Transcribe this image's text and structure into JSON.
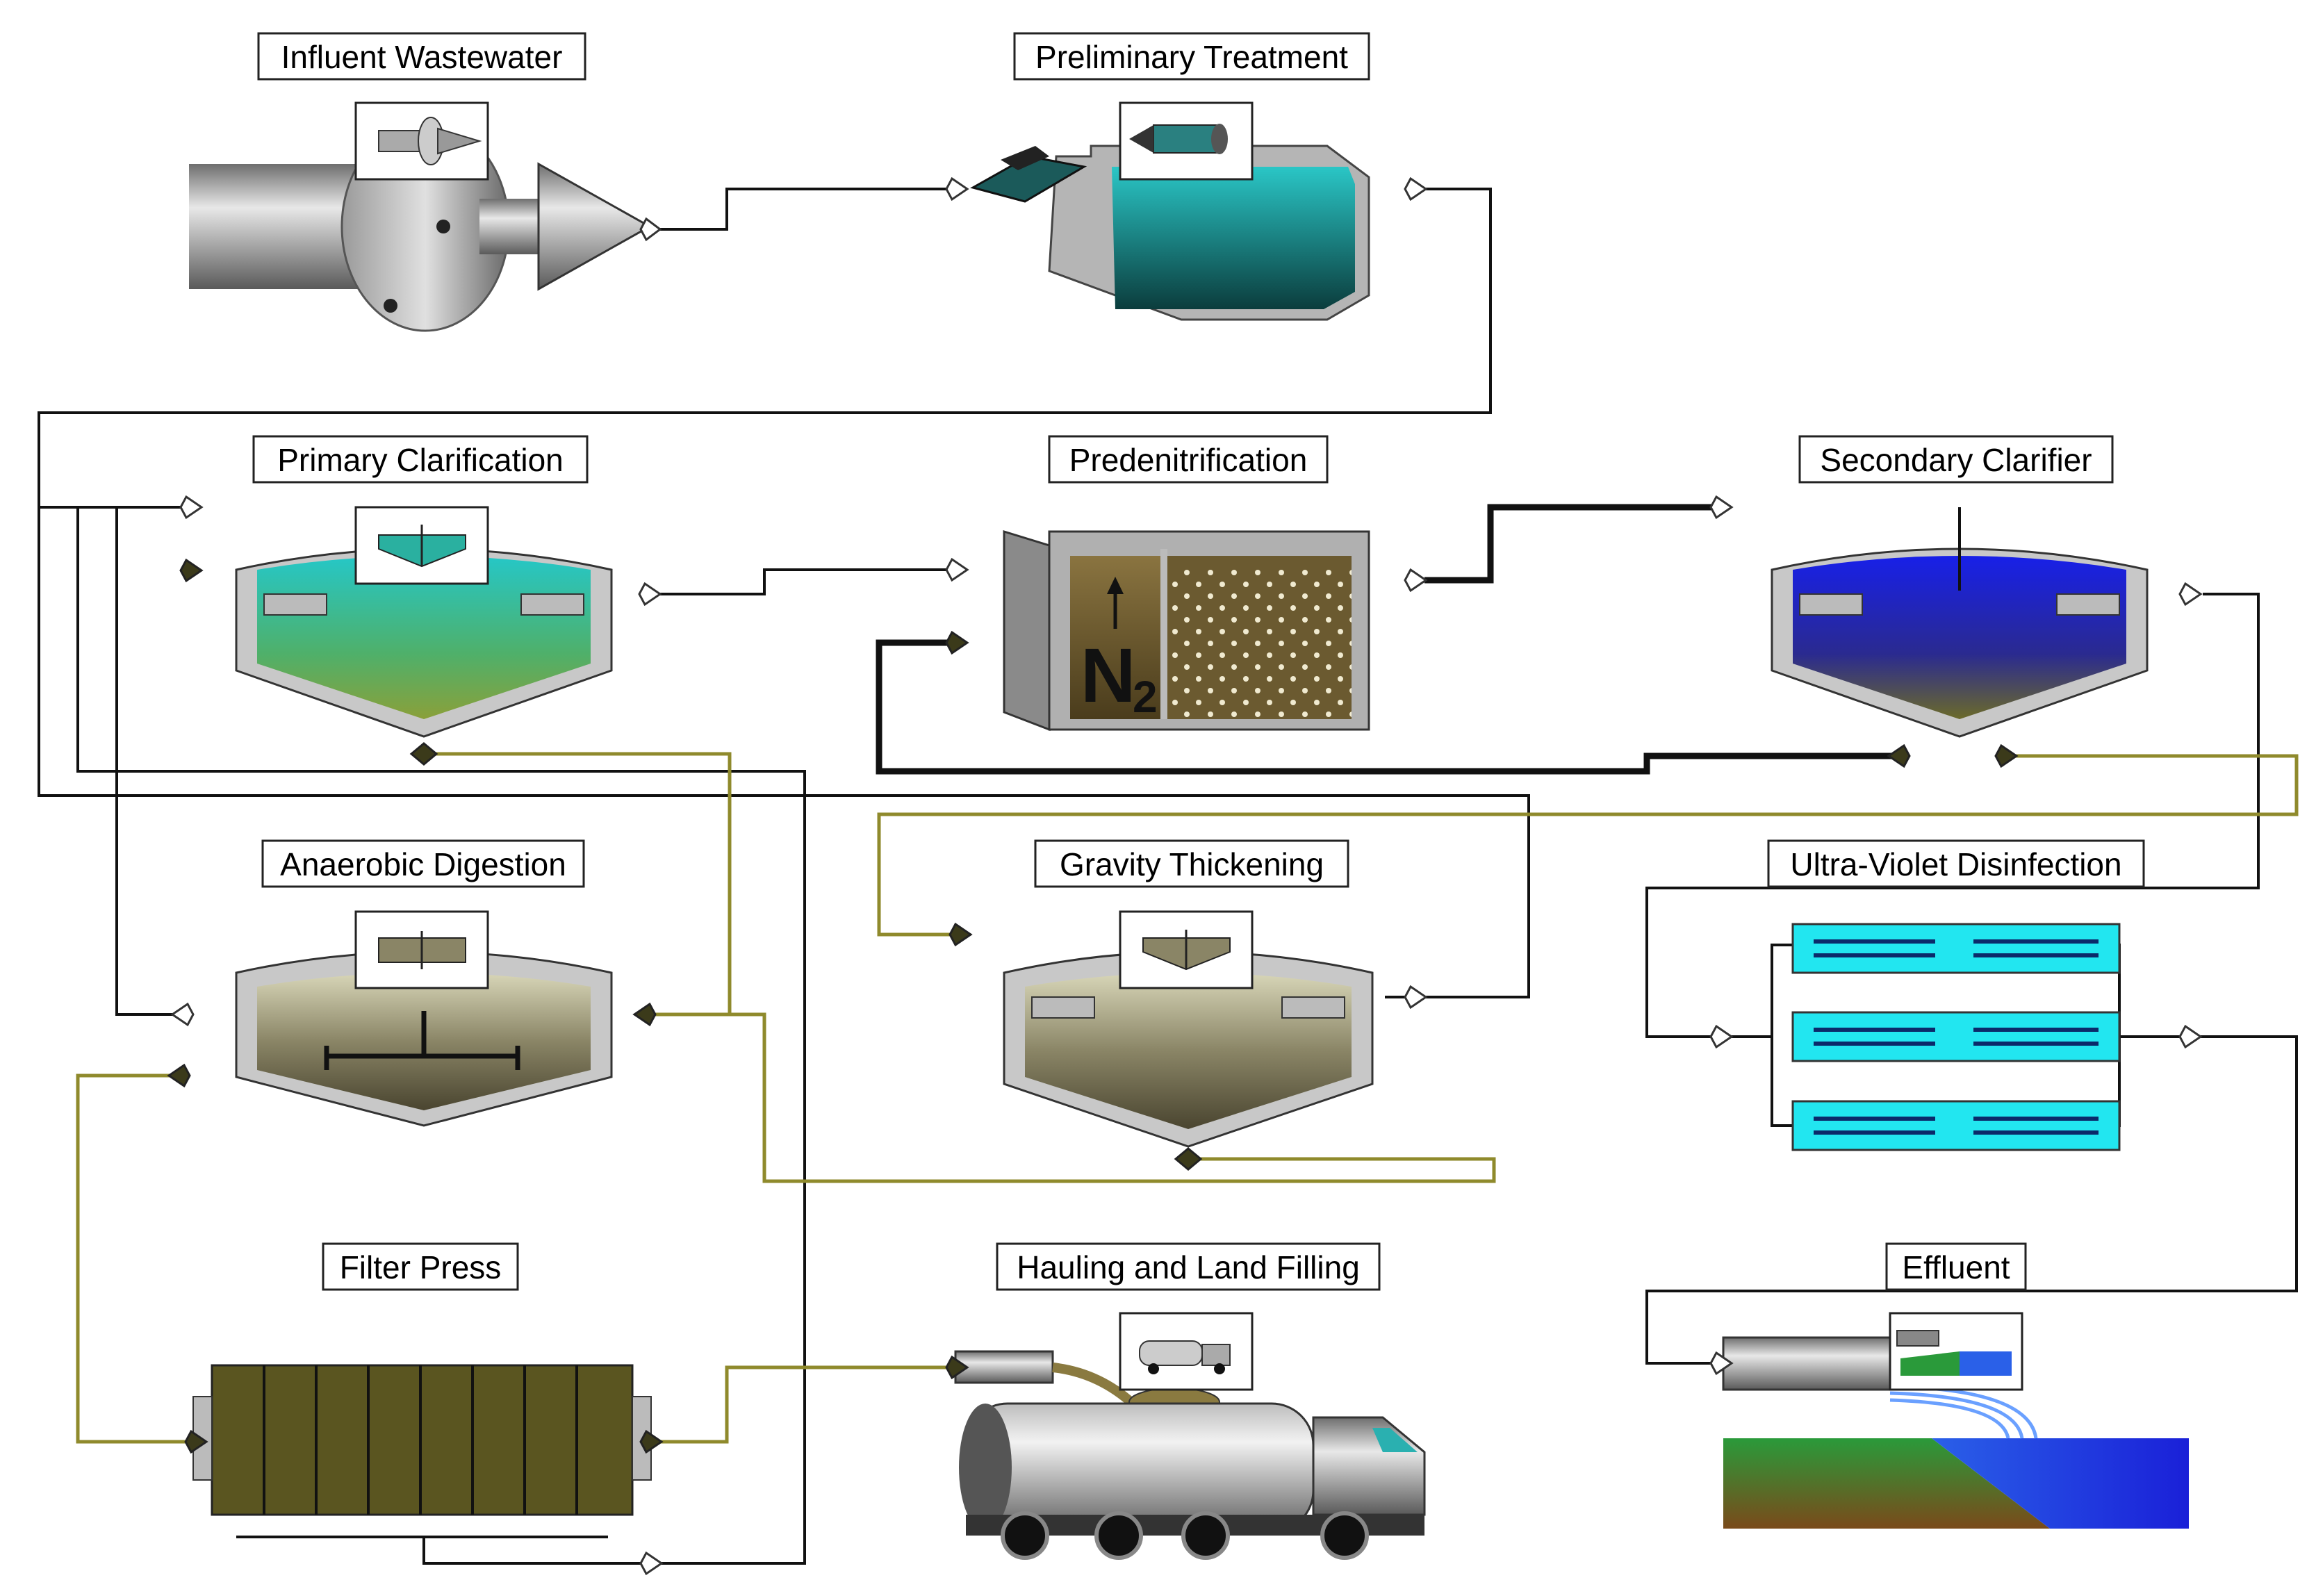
{
  "units": {
    "influent": "Influent Wastewater",
    "preliminary": "Preliminary Treatment",
    "primary": "Primary Clarification",
    "predenit": "Predenitrification",
    "secondary": "Secondary Clarifier",
    "anaerobic": "Anaerobic Digestion",
    "gravity": "Gravity Thickening",
    "uv": "Ultra-Violet Disinfection",
    "filter": "Filter Press",
    "hauling": "Hauling and Land Filling",
    "effluent": "Effluent"
  },
  "predenit_gas": {
    "symbol": "N",
    "subscript": "2"
  },
  "colors": {
    "water_teal": "#1a9a9a",
    "water_blue": "#1a20d8",
    "sludge_line": "#8f8a2c",
    "sludge_fill": "#6b5a2a",
    "uv_lamp": "#22e6f0",
    "filter_press": "#5a5520",
    "metal_gray": "#9a9a9a"
  },
  "icons": [
    "pipe-icon",
    "screen-icon",
    "clarifier-icon",
    "digester-icon",
    "thickener-icon",
    "truck-icon",
    "outfall-icon"
  ]
}
